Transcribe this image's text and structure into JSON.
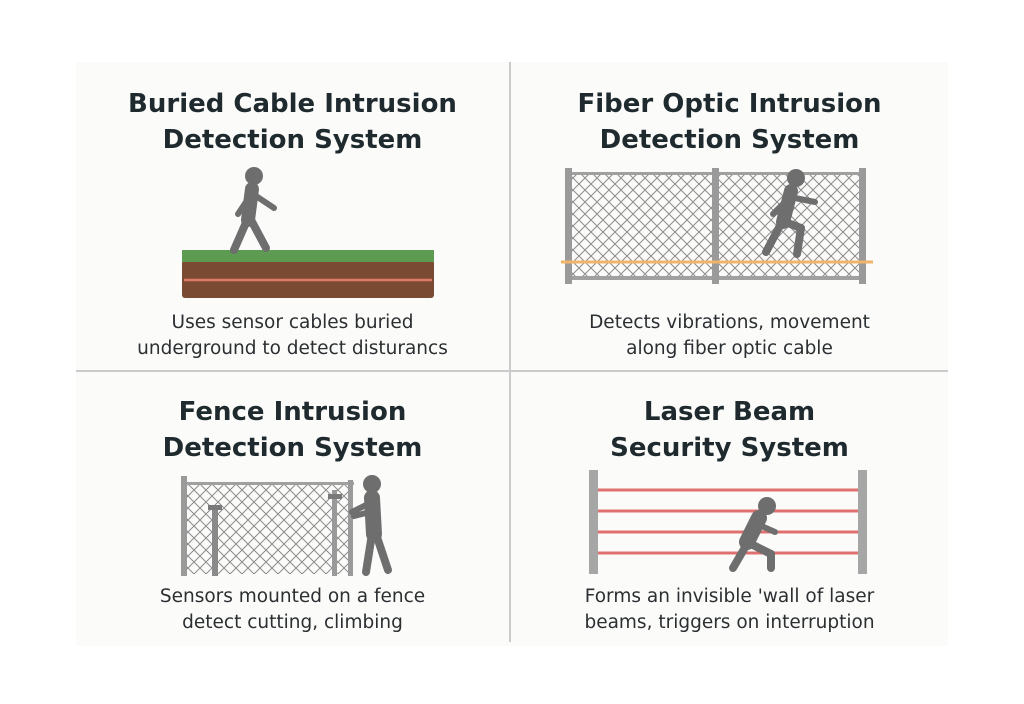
{
  "panels": {
    "buried": {
      "title": [
        "Buried Cable Intrusion",
        "Detection System"
      ],
      "caption": [
        "Uses sensor cables buried",
        "underground to detect disturancs"
      ]
    },
    "fiber": {
      "title": [
        "Fiber Optic Intrusion",
        "Detection System"
      ],
      "caption": [
        "Detects vibrations, movement",
        "along fiber optic cable"
      ]
    },
    "fence": {
      "title": [
        "Fence Intrusion",
        "Detection System"
      ],
      "caption": [
        "Sensors mounted on a fence",
        "detect cutting, climbing"
      ]
    },
    "laser": {
      "title": [
        "Laser Beam",
        "Security System"
      ],
      "caption": [
        "Forms an invisible 'wall of laser",
        "beams, triggers on interruption"
      ]
    }
  },
  "colors": {
    "figure": "#6e6e6e",
    "grass": "#5e9b52",
    "soil": "#7a4a32",
    "buried_cable": "#e07a6a",
    "fiber_cable": "#f0b46a",
    "laser_beam": "#e0706f",
    "post": "#9a9a9a",
    "mesh": "#8c8c8c",
    "divider": "#c9cbcc"
  },
  "icons": [
    "walking-person-icon",
    "running-person-icon",
    "climbing-person-icon",
    "crouching-person-icon"
  ]
}
